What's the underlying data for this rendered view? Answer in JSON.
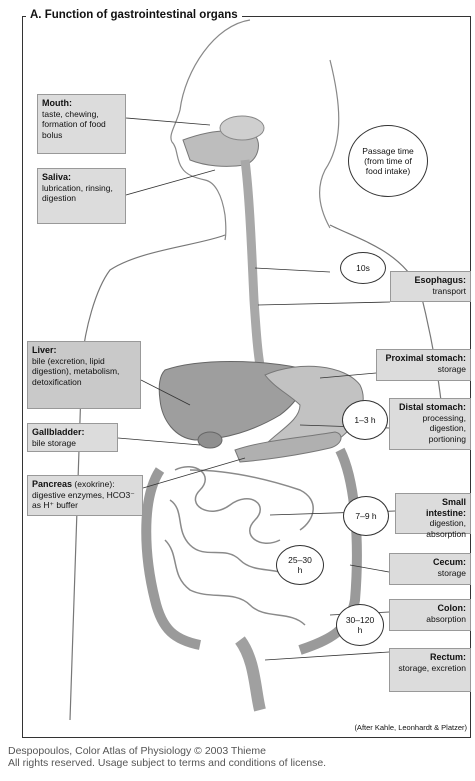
{
  "title": "A. Function of gastrointestinal organs",
  "labels": {
    "mouth": {
      "name": "Mouth:",
      "text": "taste, chewing, formation of food bolus"
    },
    "saliva": {
      "name": "Saliva:",
      "text": "lubrication, rinsing, digestion"
    },
    "liver": {
      "name": "Liver:",
      "text": "bile (excretion, lipid digestion), metabolism, detoxification"
    },
    "gallbladder": {
      "name": "Gallbladder:",
      "text": "bile storage"
    },
    "pancreas": {
      "name": "Pancreas",
      "qualifier": "(exokrine):",
      "text": "digestive enzymes, HCO3⁻ as H⁺ buffer"
    },
    "esophagus": {
      "name": "Esophagus:",
      "text": "transport"
    },
    "proximal_stomach": {
      "name": "Proximal stomach:",
      "text": "storage"
    },
    "distal_stomach": {
      "name": "Distal stomach:",
      "text": "processing, digestion, portioning"
    },
    "small_intestine": {
      "name": "Small intestine:",
      "text": "digestion, absorption"
    },
    "cecum": {
      "name": "Cecum:",
      "text": "storage"
    },
    "colon": {
      "name": "Colon:",
      "text": "absorption"
    },
    "rectum": {
      "name": "Rectum:",
      "text": "storage, excretion"
    }
  },
  "bubbles": {
    "passage_time": "Passage time (from time of food intake)",
    "esophagus_time": "10s",
    "stomach_time": "1–3 h",
    "small_intestine_time": "7–9 h",
    "cecum_time": "25–30 h",
    "colon_time": "30–120 h"
  },
  "credit": "(After Kahle, Leonhardt & Platzer)",
  "footer": {
    "line1": "Despopoulos, Color Atlas of Physiology © 2003 Thieme",
    "line2": "All rights reserved. Usage subject to terms and conditions of license."
  }
}
